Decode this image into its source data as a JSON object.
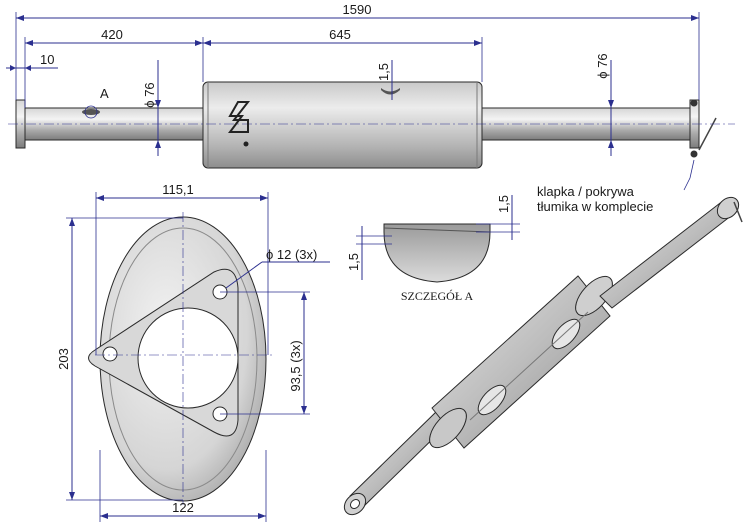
{
  "dimensions": {
    "total_length": "1590",
    "pipe_length": "420",
    "muffler_length": "645",
    "flange_offset": "10",
    "diameter_left": "ϕ 76",
    "diameter_right": "ϕ 76",
    "slot_width": "1,5",
    "oval_width_top": "115,1",
    "oval_width_bottom": "122",
    "oval_height": "203",
    "hole_diameter": "ϕ 12 (3x)",
    "hole_spacing": "93,5 (3x)",
    "detail_thickness_top": "1,5",
    "detail_thickness_left": "1,5"
  },
  "labels": {
    "detail_marker": "A",
    "detail_title": "SZCZEGÓŁ A",
    "note_line1": "klapka / pokrywa",
    "note_line2": "tłumika w komplecie"
  },
  "colors": {
    "dimension_line": "#2b2f8f",
    "metal_light": "#e2e2e2",
    "metal_dark": "#8a8a8a"
  }
}
